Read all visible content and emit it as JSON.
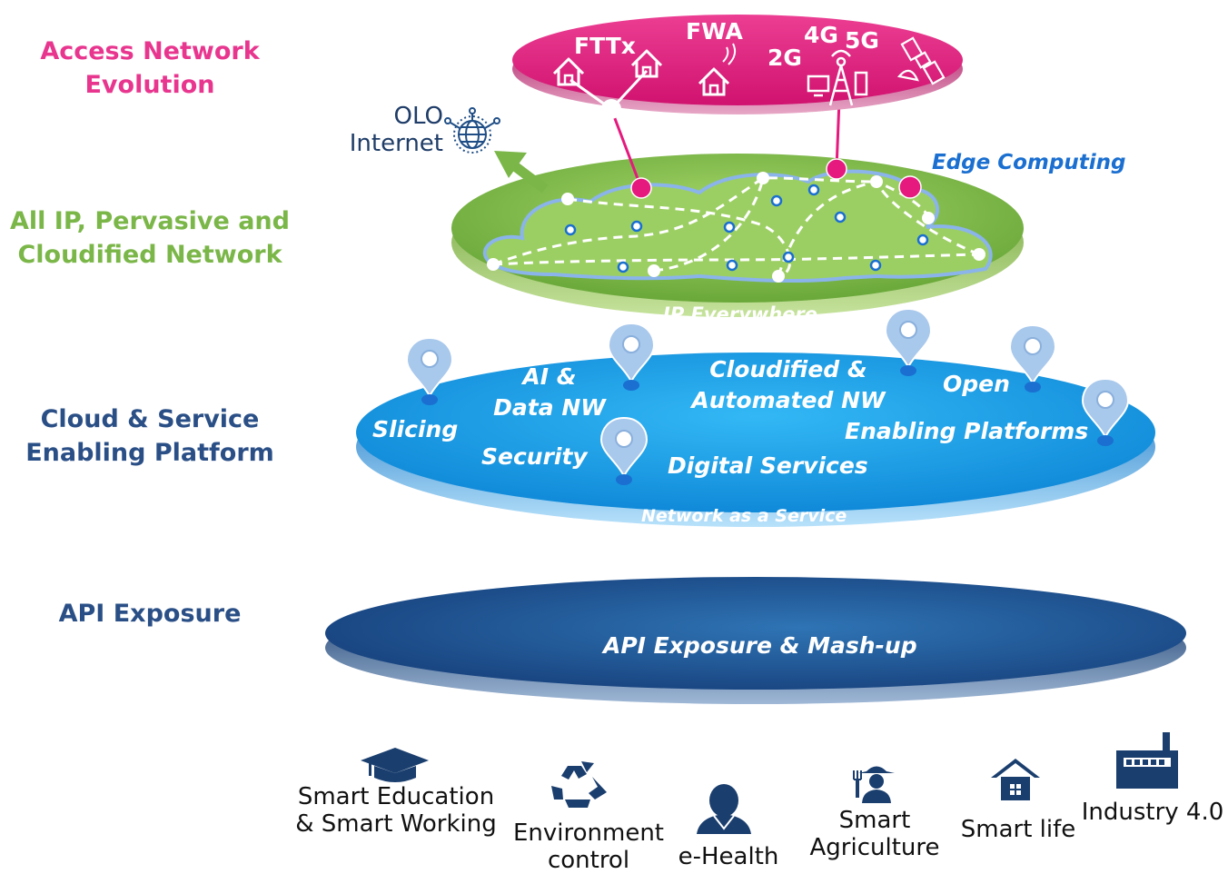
{
  "layers": {
    "access": {
      "lines": [
        "Access Network",
        "Evolution"
      ],
      "color": "#e8368f"
    },
    "allip": {
      "lines": [
        "All IP, Pervasive and",
        "Cloudified Network"
      ],
      "color": "#7ab648"
    },
    "cloud": {
      "lines": [
        "Cloud & Service",
        "Enabling Platform"
      ],
      "color": "#2a4f86"
    },
    "api": {
      "lines": [
        "API Exposure"
      ],
      "color": "#2a4f86"
    }
  },
  "access_ellipse": {
    "fttx": "FTTx",
    "fwa": "FWA",
    "g2": "2G",
    "g4": "4G",
    "g5": "5G",
    "color": "#e5197e"
  },
  "olo": {
    "lines": [
      "OLO",
      "Internet"
    ]
  },
  "edge_computing": "Edge Computing",
  "ip_everywhere": "IP Everywhere",
  "cloud_ellipse": {
    "ai": [
      "AI &",
      "Data NW"
    ],
    "cloudified": [
      "Cloudified &",
      "Automated NW"
    ],
    "open": "Open",
    "slicing": "Slicing",
    "enabling": "Enabling Platforms",
    "security": "Security",
    "digital": "Digital Services",
    "naas": "Network as a Service",
    "color": "#1fa3ec"
  },
  "api_ellipse": {
    "label": "API Exposure & Mash-up",
    "color": "#1f5494"
  },
  "usecases": {
    "education": [
      "Smart Education",
      "& Smart Working"
    ],
    "environment": [
      "Environment",
      "control"
    ],
    "health": [
      "e-Health"
    ],
    "agriculture": [
      "Smart",
      "Agriculture"
    ],
    "life": [
      "Smart life"
    ],
    "industry": [
      "Industry 4.0"
    ]
  },
  "icons": {
    "house": "house-icon",
    "wireless-house": "wireless-house-icon",
    "tower": "cell-tower-icon",
    "satellite": "satellite-icon",
    "globe": "globe-network-icon",
    "pin": "location-pin-icon",
    "graduation": "graduation-cap-icon",
    "recycle": "recycle-icon",
    "doctor": "doctor-icon",
    "farmer": "farmer-icon",
    "home": "home-icon",
    "factory": "factory-icon"
  }
}
